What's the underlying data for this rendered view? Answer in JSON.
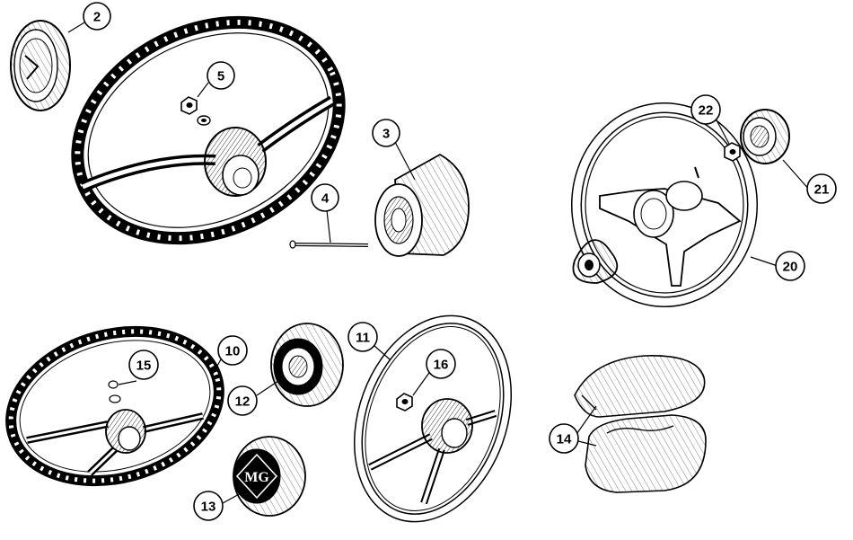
{
  "diagram": {
    "callouts": [
      {
        "id": "c2",
        "label": "2"
      },
      {
        "id": "c5",
        "label": "5"
      },
      {
        "id": "c3",
        "label": "3"
      },
      {
        "id": "c4",
        "label": "4"
      },
      {
        "id": "c22",
        "label": "22"
      },
      {
        "id": "c21",
        "label": "21"
      },
      {
        "id": "c20",
        "label": "20"
      },
      {
        "id": "c10",
        "label": "10"
      },
      {
        "id": "c15",
        "label": "15"
      },
      {
        "id": "c12",
        "label": "12"
      },
      {
        "id": "c11",
        "label": "11"
      },
      {
        "id": "c16",
        "label": "16"
      },
      {
        "id": "c13",
        "label": "13"
      },
      {
        "id": "c14",
        "label": "14"
      }
    ],
    "badge_text": "MG"
  }
}
